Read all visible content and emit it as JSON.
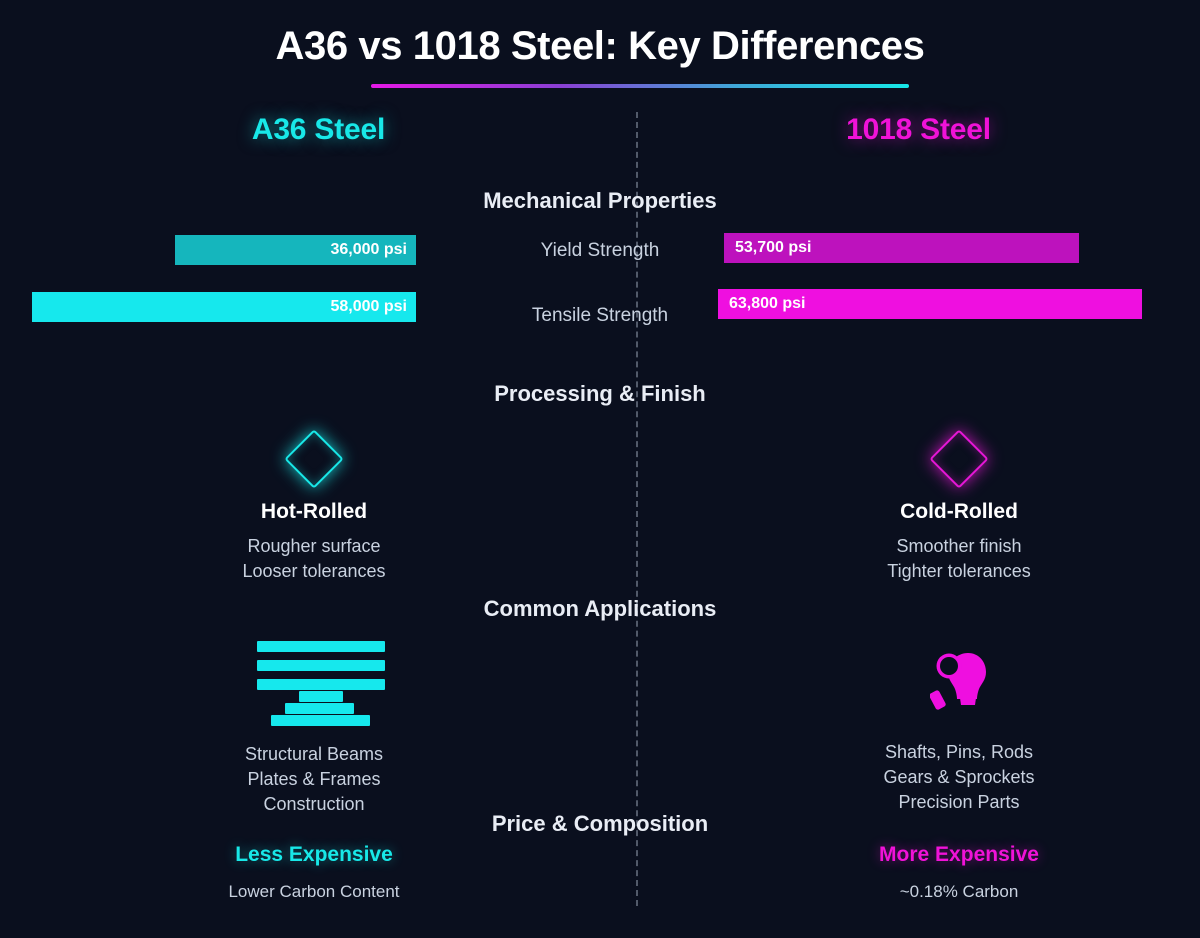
{
  "title": "A36 vs 1018 Steel: Key Differences",
  "columns": {
    "left_label": "A36 Steel",
    "right_label": "1018 Steel"
  },
  "colors": {
    "background": "#0a0f1e",
    "left_accent": "#18e8e8",
    "left_bar_dim": "#15b6bd",
    "left_bar_bright": "#16e8ed",
    "right_accent": "#f012d8",
    "right_bar_dim": "#bd12bd",
    "right_bar_bright": "#ef0fe0",
    "text_primary": "#ffffff",
    "text_secondary": "#c9d2e0",
    "divider": "#6f7788"
  },
  "sections": {
    "mechanical": "Mechanical Properties",
    "processing": "Processing & Finish",
    "applications": "Common Applications",
    "price": "Price & Composition"
  },
  "mechanical": {
    "rows": [
      {
        "label": "Yield Strength",
        "left_value": "36,000 psi",
        "right_value": "53,700 psi"
      },
      {
        "label": "Tensile Strength",
        "left_value": "58,000 psi",
        "right_value": "63,800 psi"
      }
    ]
  },
  "processing": {
    "left": {
      "icon": "diamond-icon",
      "title": "Hot-Rolled",
      "line1": "Rougher surface",
      "line2": "Looser tolerances"
    },
    "right": {
      "icon": "diamond-icon",
      "title": "Cold-Rolled",
      "line1": "Smoother finish",
      "line2": "Tighter tolerances"
    }
  },
  "applications": {
    "left": {
      "icon": "steel-beams-icon",
      "line1": "Structural Beams",
      "line2": "Plates & Frames",
      "line3": "Construction"
    },
    "right": {
      "icon": "machined-part-icon",
      "line1": "Shafts, Pins, Rods",
      "line2": "Gears & Sprockets",
      "line3": "Precision Parts"
    }
  },
  "price": {
    "left": {
      "tag": "Less Expensive",
      "sub": "Lower Carbon Content"
    },
    "right": {
      "tag": "More Expensive",
      "sub": "~0.18% Carbon"
    }
  },
  "chart_data": {
    "type": "bar",
    "title": "A36 vs 1018 Steel: Key Differences",
    "subtitle": "Mechanical Properties",
    "orientation": "horizontal-diverging",
    "categories": [
      "Yield Strength",
      "Tensile Strength"
    ],
    "unit": "psi",
    "series": [
      {
        "name": "A36 Steel",
        "values": [
          36000,
          58000
        ],
        "labels": [
          "36,000 psi",
          "58,000 psi"
        ],
        "color": "#16e8ed",
        "side": "left"
      },
      {
        "name": "1018 Steel",
        "values": [
          53700,
          63800
        ],
        "labels": [
          "53,700 psi",
          "63,800 psi"
        ],
        "color": "#ef0fe0",
        "side": "right"
      }
    ],
    "xlabel": "",
    "ylabel": "",
    "grid": false,
    "legend": "column-headers"
  }
}
